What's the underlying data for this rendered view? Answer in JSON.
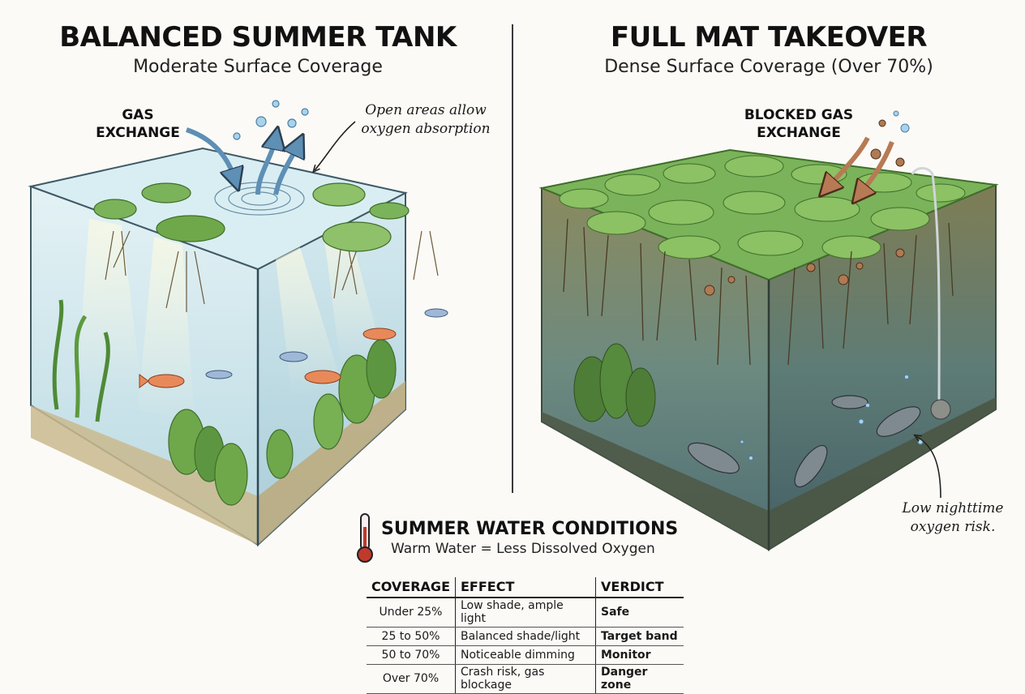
{
  "left_panel": {
    "title": "BALANCED SUMMER TANK",
    "subtitle": "Moderate Surface Coverage",
    "label_gas": "GAS\nEXCHANGE",
    "annotation": "Open areas allow\noxygen absorption"
  },
  "right_panel": {
    "title": "FULL MAT TAKEOVER",
    "subtitle": "Dense Surface Coverage (Over 70%)",
    "label_gas": "BLOCKED GAS\nEXCHANGE",
    "annotation": "Low nighttime\noxygen risk."
  },
  "conditions": {
    "title": "SUMMER WATER CONDITIONS",
    "subtitle": "Warm Water = Less Dissolved Oxygen",
    "icon": "thermometer-icon"
  },
  "coverage_table": {
    "headers": [
      "COVERAGE",
      "EFFECT",
      "VERDICT"
    ],
    "rows": [
      [
        "Under 25%",
        "Low shade, ample light",
        "Safe"
      ],
      [
        "25 to 50%",
        "Balanced shade/light",
        "Target band"
      ],
      [
        "50 to 70%",
        "Noticeable dimming",
        "Monitor"
      ],
      [
        "Over 70%",
        "Crash risk, gas blockage",
        "Danger zone"
      ]
    ]
  },
  "colors": {
    "clear_water": "#cfe6ee",
    "murky_water": "#7a8f78",
    "plant_green": "#6fa84a",
    "bubble_blue": "#7fb8d8",
    "bubble_brown": "#9a6a48",
    "thermometer_red": "#c0392b"
  }
}
